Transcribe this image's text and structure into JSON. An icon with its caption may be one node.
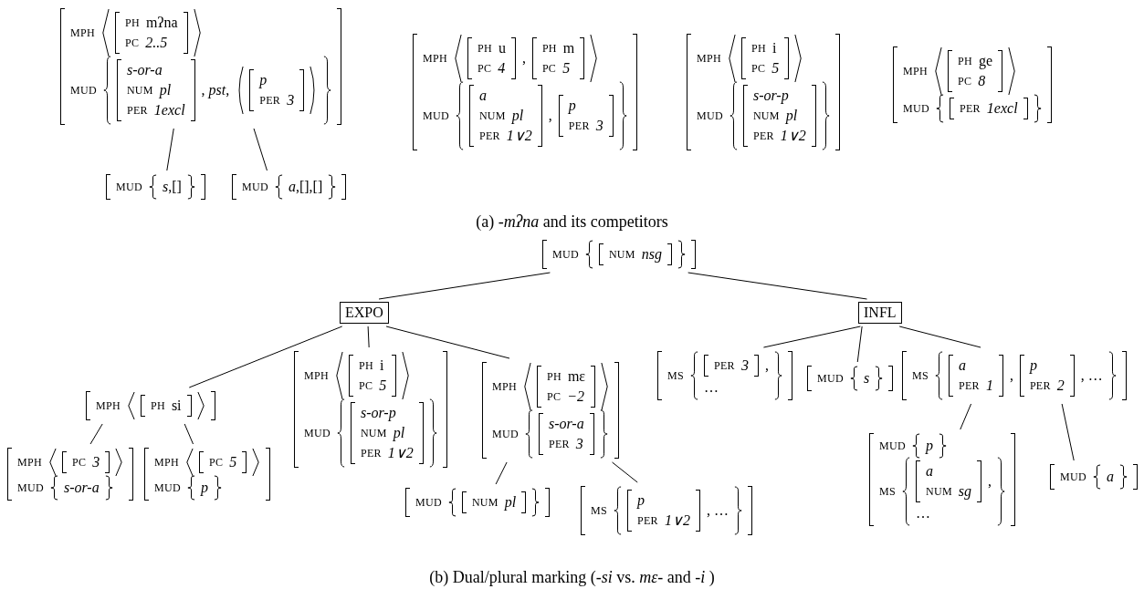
{
  "diagram": {
    "nodes": [
      {
        "text": [
          "MPH",
          "PH",
          "mʔna",
          "PC",
          "2..5",
          "MUD",
          "s-or-a",
          "NUM",
          "pl",
          "PER",
          "1excl",
          ", *pst*,",
          "p",
          "PER",
          "3"
        ]
      },
      {
        "text": [
          "MUD",
          "*s*,[]"
        ]
      },
      {
        "text": [
          "MUD",
          "*a*,[],[]"
        ]
      },
      {
        "text": [
          "MPH",
          "PH",
          "u",
          "PC",
          "4",
          ",",
          "PH",
          "m",
          "PC",
          "5",
          "MUD",
          "a",
          "NUM",
          "pl",
          "PER",
          "1∨2",
          ",",
          "p",
          "PER",
          "3"
        ]
      },
      {
        "text": [
          "MPH",
          "PH",
          "i",
          "PC",
          "5",
          "MUD",
          "s-or-p",
          "NUM",
          "pl",
          "PER",
          "1∨2"
        ]
      },
      {
        "text": [
          "MPH",
          "PH",
          "ge",
          "PC",
          "8",
          "MUD",
          "PER",
          "1excl"
        ]
      },
      {
        "text": [
          "MUD",
          "NUM",
          "nsg"
        ]
      },
      {
        "text": [
          "EXPO"
        ]
      },
      {
        "text": [
          "INFL"
        ]
      },
      {
        "text": [
          "MPH",
          "PH",
          "si"
        ]
      },
      {
        "text": [
          "MPH",
          "PC",
          "3",
          "MUD",
          "s-or-a"
        ]
      },
      {
        "text": [
          "MPH",
          "PC",
          "5",
          "MUD",
          "p"
        ]
      },
      {
        "text": [
          "MPH",
          "PH",
          "i",
          "PC",
          "5",
          "MUD",
          "s-or-p",
          "NUM",
          "pl",
          "PER",
          "1∨2"
        ]
      },
      {
        "text": [
          "MPH",
          "PH",
          "mɛ",
          "PC",
          "−2",
          "MUD",
          "s-or-a",
          "PER",
          "3"
        ]
      },
      {
        "text": [
          "MS",
          "PER",
          "3",
          ",",
          "…"
        ]
      },
      {
        "text": [
          "MUD",
          "s"
        ]
      },
      {
        "text": [
          "MS",
          "a",
          "PER",
          "1",
          ",",
          "p",
          "PER",
          "2",
          ", …"
        ]
      },
      {
        "text": [
          "MUD",
          "NUM",
          "pl"
        ]
      },
      {
        "text": [
          "MS",
          "p",
          "PER",
          "1∨2",
          ", …"
        ]
      },
      {
        "text": [
          "MUD",
          "p",
          "MS",
          "a",
          "NUM",
          "sg",
          ",",
          "…"
        ]
      },
      {
        "text": [
          "MUD",
          "a"
        ]
      }
    ],
    "edges": [
      {
        "from": 0,
        "to": 1,
        "arrow": "none"
      },
      {
        "from": 0,
        "to": 2,
        "arrow": "none"
      },
      {
        "from": 6,
        "to": 7,
        "arrow": "none"
      },
      {
        "from": 6,
        "to": 8,
        "arrow": "none"
      },
      {
        "from": 7,
        "to": 9,
        "arrow": "none"
      },
      {
        "from": 7,
        "to": 12,
        "arrow": "none"
      },
      {
        "from": 7,
        "to": 13,
        "arrow": "none"
      },
      {
        "from": 9,
        "to": 10,
        "arrow": "none"
      },
      {
        "from": 9,
        "to": 11,
        "arrow": "none"
      },
      {
        "from": 8,
        "to": 14,
        "arrow": "none"
      },
      {
        "from": 8,
        "to": 15,
        "arrow": "none"
      },
      {
        "from": 8,
        "to": 16,
        "arrow": "none"
      },
      {
        "from": 13,
        "to": 17,
        "arrow": "none"
      },
      {
        "from": 13,
        "to": 18,
        "arrow": "none"
      },
      {
        "from": 16,
        "to": 19,
        "arrow": "none"
      },
      {
        "from": 16,
        "to": 20,
        "arrow": "none"
      }
    ],
    "labels": [
      "(a) *-mʔna* and its competitors",
      "(b) Dual/plural marking (*-si* vs. *mɛ-* and *-i* )"
    ]
  }
}
